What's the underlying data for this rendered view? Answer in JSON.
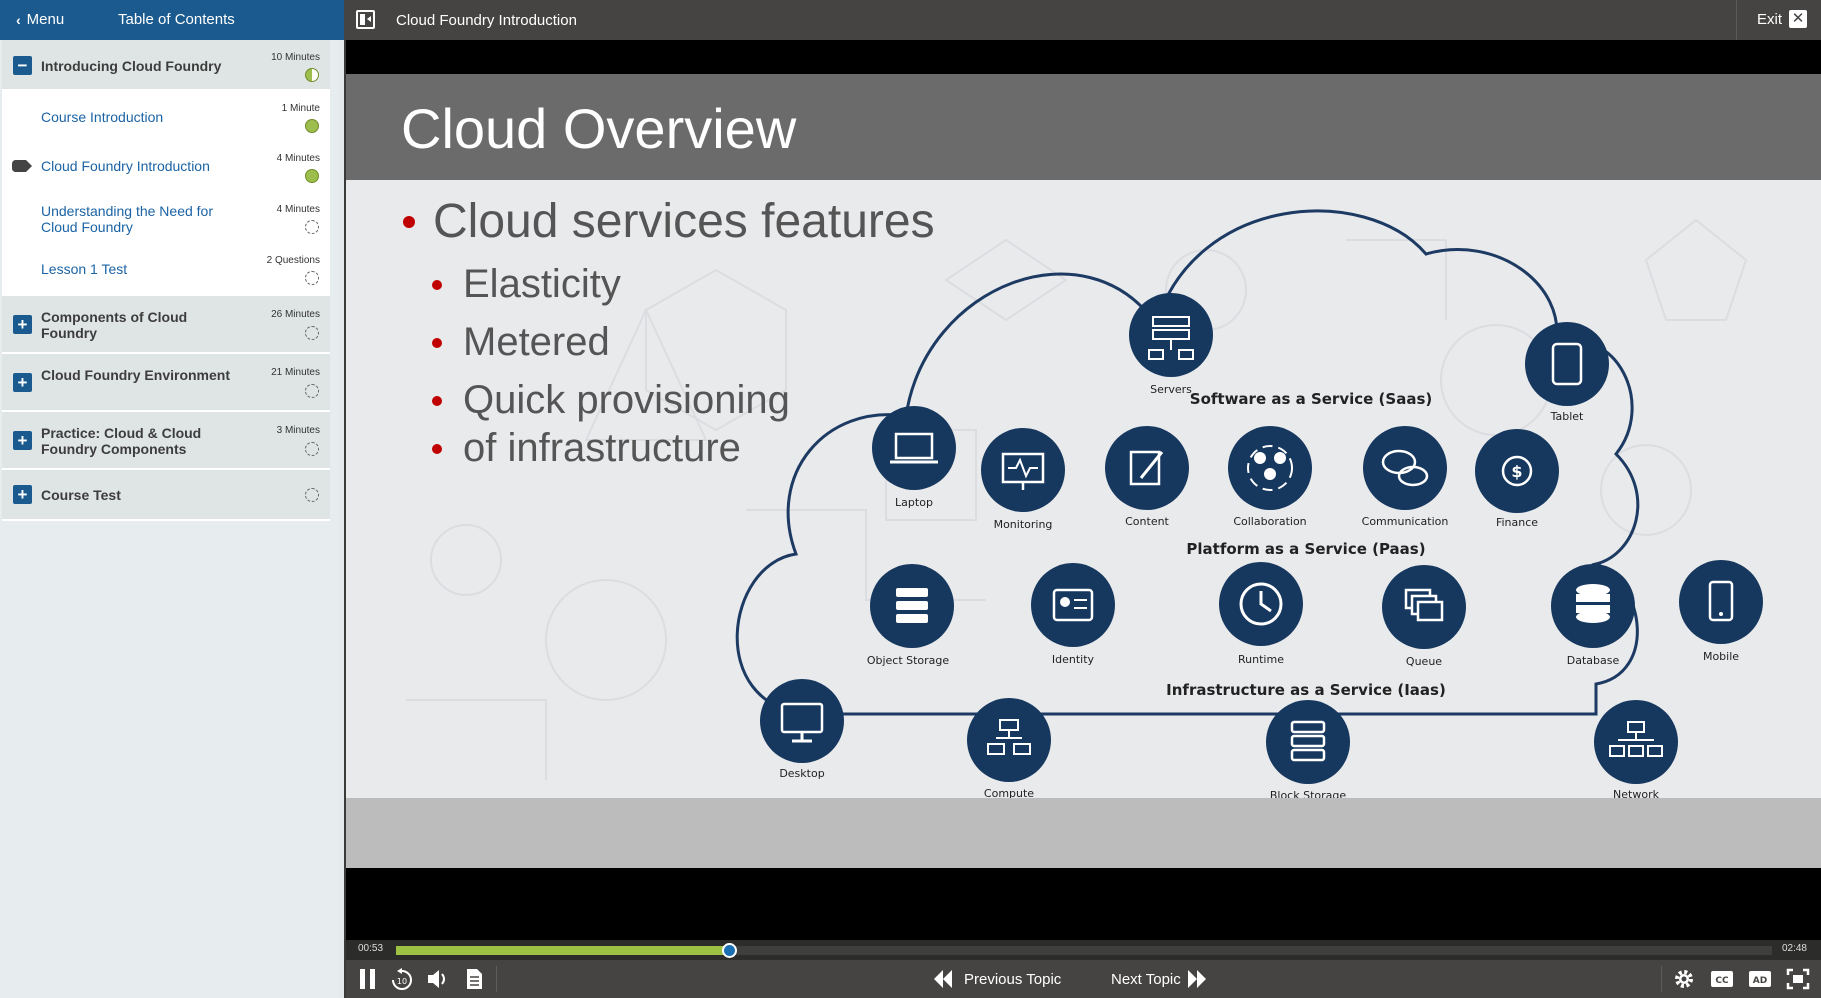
{
  "sidebar": {
    "menu_label": "Menu",
    "toc_title": "Table of Contents",
    "sections": [
      {
        "title": "Introducing Cloud Foundry",
        "duration": "10 Minutes",
        "expanded": true
      },
      {
        "title": "Components of Cloud Foundry",
        "duration": "26 Minutes",
        "expanded": false
      },
      {
        "title": "Cloud Foundry Environment",
        "duration": "21 Minutes",
        "expanded": false
      },
      {
        "title": "Practice: Cloud & Cloud Foundry Components",
        "duration": "3 Minutes",
        "expanded": false
      },
      {
        "title": "Course Test",
        "duration": "",
        "expanded": false
      }
    ],
    "topics": [
      {
        "title": "Course Introduction",
        "duration": "1 Minute",
        "status": "complete"
      },
      {
        "title": "Cloud Foundry Introduction",
        "duration": "4 Minutes",
        "status": "complete",
        "current": true
      },
      {
        "title": "Understanding the Need for Cloud Foundry",
        "duration": "4 Minutes",
        "status": "not-started"
      },
      {
        "title": "Lesson 1 Test",
        "duration": "2 Questions",
        "status": "not-started"
      }
    ]
  },
  "topbar": {
    "title": "Cloud Foundry Introduction",
    "exit_label": "Exit"
  },
  "slide": {
    "title": "Cloud Overview",
    "bullets": {
      "main": "Cloud services features",
      "sub": [
        "Elasticity",
        "Metered",
        "Quick provisioning",
        "of infrastructure"
      ]
    },
    "layers": {
      "saas": "Software as a Service (Saas)",
      "paas": "Platform as a Service (Paas)",
      "iaas": "Infrastructure as a Service (Iaas)"
    },
    "icons": {
      "servers": "Servers",
      "tablet": "Tablet",
      "laptop": "Laptop",
      "monitoring": "Monitoring",
      "content": "Content",
      "collaboration": "Collaboration",
      "communication": "Communication",
      "finance": "Finance",
      "object_storage": "Object Storage",
      "identity": "Identity",
      "runtime": "Runtime",
      "queue": "Queue",
      "database": "Database",
      "mobile": "Mobile",
      "desktop": "Desktop",
      "compute": "Compute",
      "block_storage": "Block Storage",
      "network": "Network"
    },
    "colors": {
      "icon": "#16375e",
      "bullet": "#c00000",
      "header": "#6b6b6b"
    }
  },
  "player": {
    "current_time": "00:53",
    "total_time": "02:48",
    "progress": 0.242,
    "prev_label": "Previous Topic",
    "next_label": "Next Topic"
  },
  "colors": {
    "brand": "#1b5a8e",
    "progress": "#9dc142",
    "complete": "#9dbe4d"
  }
}
